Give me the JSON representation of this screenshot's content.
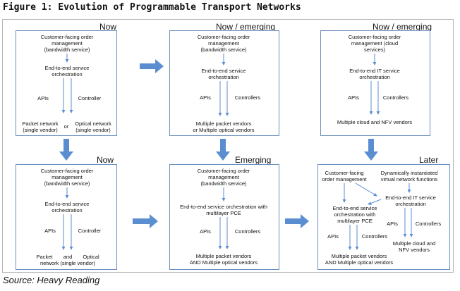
{
  "figure_title": "Figure 1: Evolution of Programmable Transport Networks",
  "source": "Source: Heavy Reading",
  "colors": {
    "arrow": "#5b8ed1",
    "box_border": "#6a8fbf",
    "text": "#1a1a1a"
  },
  "panels": {
    "p1": {
      "label": "Now",
      "order_1": "Customer-facing order",
      "order_2": "management",
      "order_3": "(bandwidth service)",
      "orch_1": "End-to-end service",
      "orch_2": "orchestration",
      "apis": "APIs",
      "controller": "Controller",
      "left_1": "Packet network",
      "left_2": "(single vendor)",
      "or": "or",
      "right_1": "Optical network",
      "right_2": "(single vendor)"
    },
    "p2": {
      "label": "Now / emerging",
      "order_1": "Customer-facing order",
      "order_2": "management",
      "order_3": "(bandwidth service)",
      "orch_1": "End-to-end service",
      "orch_2": "orchestration",
      "apis": "APIs",
      "controller": "Controllers",
      "bottom_1": "Multiple packet vendors",
      "bottom_2": "or Multiple optical vendors"
    },
    "p3": {
      "label": "Now / emerging",
      "order_1": "Customer-facing order",
      "order_2": "management (cloud",
      "order_3": "services)",
      "orch_1": "End-to-end IT service",
      "orch_2": "orchestration",
      "apis": "APIs",
      "controller": "Controllers",
      "bottom_1": "Multiple cloud and NFV vendors"
    },
    "p4": {
      "label": "Now",
      "order_1": "Customer-facing order",
      "order_2": "management",
      "order_3": "(bandwidth service)",
      "orch_1": "End-to-end service",
      "orch_2": "orchestration",
      "apis": "APIs",
      "controller": "Controller",
      "bottom_a1": "Packet",
      "bottom_and": "and",
      "bottom_b1": "Optical",
      "bottom_2": "network (single vendor)"
    },
    "p5": {
      "label": "Emerging",
      "order_1": "Customer-facing order",
      "order_2": "management",
      "order_3": "(bandwidth service)",
      "orch_1": "End-to-end service orchestration with",
      "orch_2": "multilayer PCE",
      "apis": "APIs",
      "controller": "Controllers",
      "bottom_1": "Multiple packet vendors",
      "bottom_2": "AND Multiple optical vendors"
    },
    "p6": {
      "label": "Later",
      "order_1": "Customer-facing",
      "order_2": "order management",
      "dyn_1": "Dynamically instantiated",
      "dyn_2": "virtual network functions",
      "orch_1": "End-to-end service",
      "orch_2": "orchestration with",
      "orch_3": "multilayer PCE",
      "it_1": "End-to-end IT service",
      "it_2": "orchestration",
      "apis_left": "APIs",
      "controllers_left": "Controllers",
      "apis_right": "APIs",
      "controllers_right": "Controllers",
      "bottom_left_1": "Multiple packet vendors",
      "bottom_left_2": "AND Multiple optical vendors",
      "bottom_right_1": "Multiple cloud and",
      "bottom_right_2": "NFV vendors"
    }
  }
}
